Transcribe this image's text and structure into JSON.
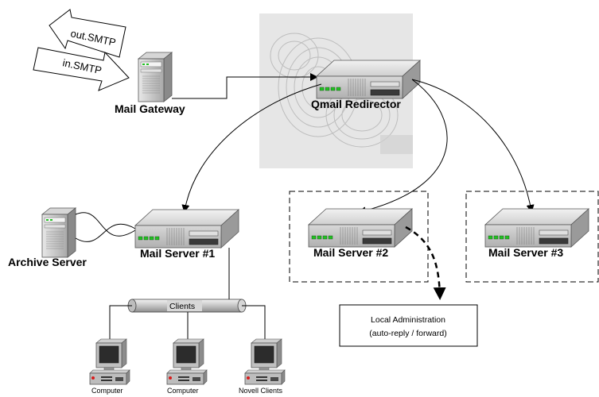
{
  "arrows": {
    "out_smtp": "out.SMTP",
    "in_smtp": "in.SMTP"
  },
  "nodes": {
    "mail_gateway": "Mail Gateway",
    "qmail_redirector": "Qmail Redirector",
    "archive_server": "Archive Server",
    "mail_server_1": "Mail Server #1",
    "mail_server_2": "Mail Server #2",
    "mail_server_3": "Mail Server #3"
  },
  "network": {
    "bus_label": "Clients"
  },
  "clients": {
    "computer_1": "Computer",
    "computer_2": "Computer",
    "novell": "Novell Clients"
  },
  "local_admin": {
    "line1": "Local Administration",
    "line2": "(auto-reply / forward)"
  },
  "colors": {
    "server_body": "#c8c8c8",
    "server_top": "#e4e4e4",
    "led_green": "#22c022",
    "redirector_bg": "#e6e6e6"
  }
}
